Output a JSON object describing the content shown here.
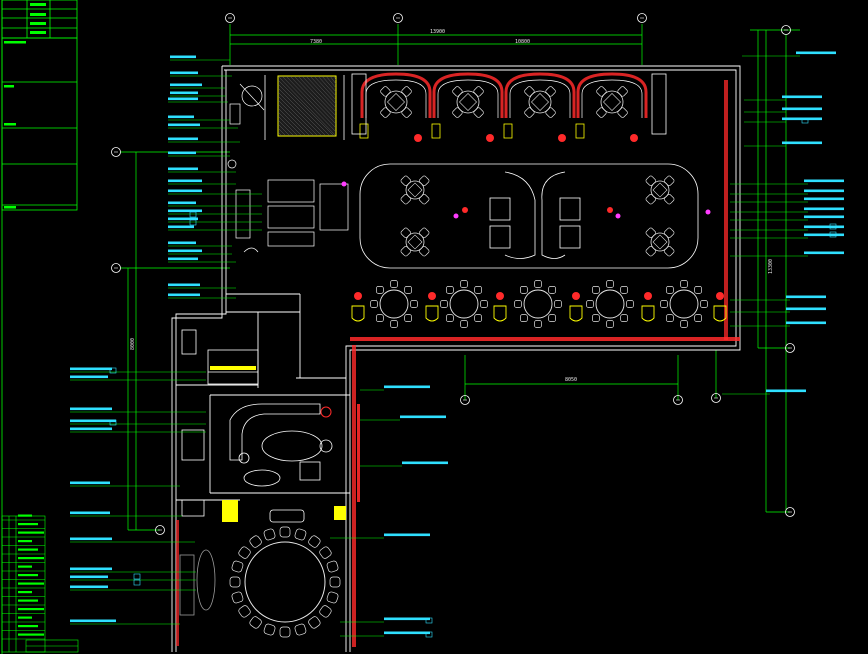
{
  "drawing": {
    "background": "#000000",
    "colors": {
      "frame": "#00ff00",
      "wall": "#ffffff",
      "hatch": "#ff2a2a",
      "furniture": "#e6e6e6",
      "leader": "#00ff00",
      "note_text": "#2fe0ff",
      "yellow": "#ffff00",
      "magenta": "#ff3cff",
      "blue_box": "#2a40ff",
      "gray": "#9a9a9a"
    },
    "dimensions": {
      "top_overall": "13900",
      "top_left": "7380",
      "top_right": "10800",
      "bottom_middle": "8050",
      "left_vertical": "8000",
      "right_vertical": "13300"
    },
    "title_block": {
      "rows": [
        "",
        "",
        "",
        "",
        "",
        "",
        "",
        "",
        "",
        "",
        "",
        "",
        "",
        "",
        ""
      ]
    }
  }
}
